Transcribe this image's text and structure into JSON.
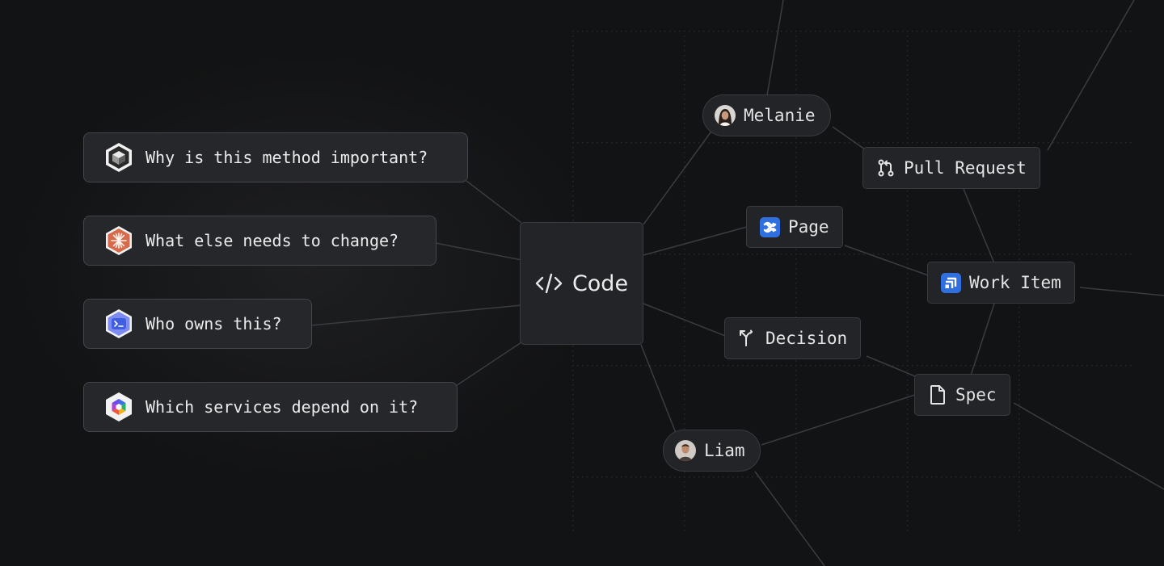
{
  "questions": [
    {
      "text": "Why is this method important?",
      "icon": "cube-icon"
    },
    {
      "text": "What else needs to change?",
      "icon": "sparkle-icon"
    },
    {
      "text": "Who owns this?",
      "icon": "terminal-icon"
    },
    {
      "text": "Which services depend on it?",
      "icon": "hexagon-logo-icon"
    }
  ],
  "center": {
    "label": "Code",
    "icon": "code-icon"
  },
  "nodes": {
    "melanie": "Melanie",
    "pull_request": "Pull Request",
    "page": "Page",
    "work_item": "Work Item",
    "decision": "Decision",
    "spec": "Spec",
    "liam": "Liam"
  },
  "colors": {
    "background": "#121314",
    "card": "#26272a",
    "border": "#44464b",
    "accent_blue": "#2f6fe0",
    "sparkle_orange": "#d66a4a"
  }
}
